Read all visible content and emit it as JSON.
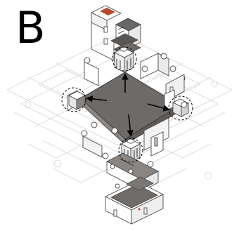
{
  "panel": {
    "letter": "B"
  },
  "colors": {
    "floor": "#6e6a67",
    "floor_dark": "#555250",
    "floor_light": "#7d7773",
    "wall": "#ffffff",
    "wall_stroke": "#4a4a4a",
    "ghost_lines": "#d5d5d5",
    "arrow": "#000000",
    "accent": "#c0392b"
  },
  "diagram": {
    "description_items": [
      {
        "id": "central-hall",
        "icon": "diamond-floor-plate"
      },
      {
        "id": "connector-north",
        "icon": "dashed-circle"
      },
      {
        "id": "connector-west",
        "icon": "dashed-circle"
      },
      {
        "id": "connector-east",
        "icon": "dashed-circle"
      },
      {
        "id": "connector-south",
        "icon": "dashed-circle"
      }
    ],
    "arrows": [
      "north",
      "west",
      "east",
      "south"
    ]
  }
}
